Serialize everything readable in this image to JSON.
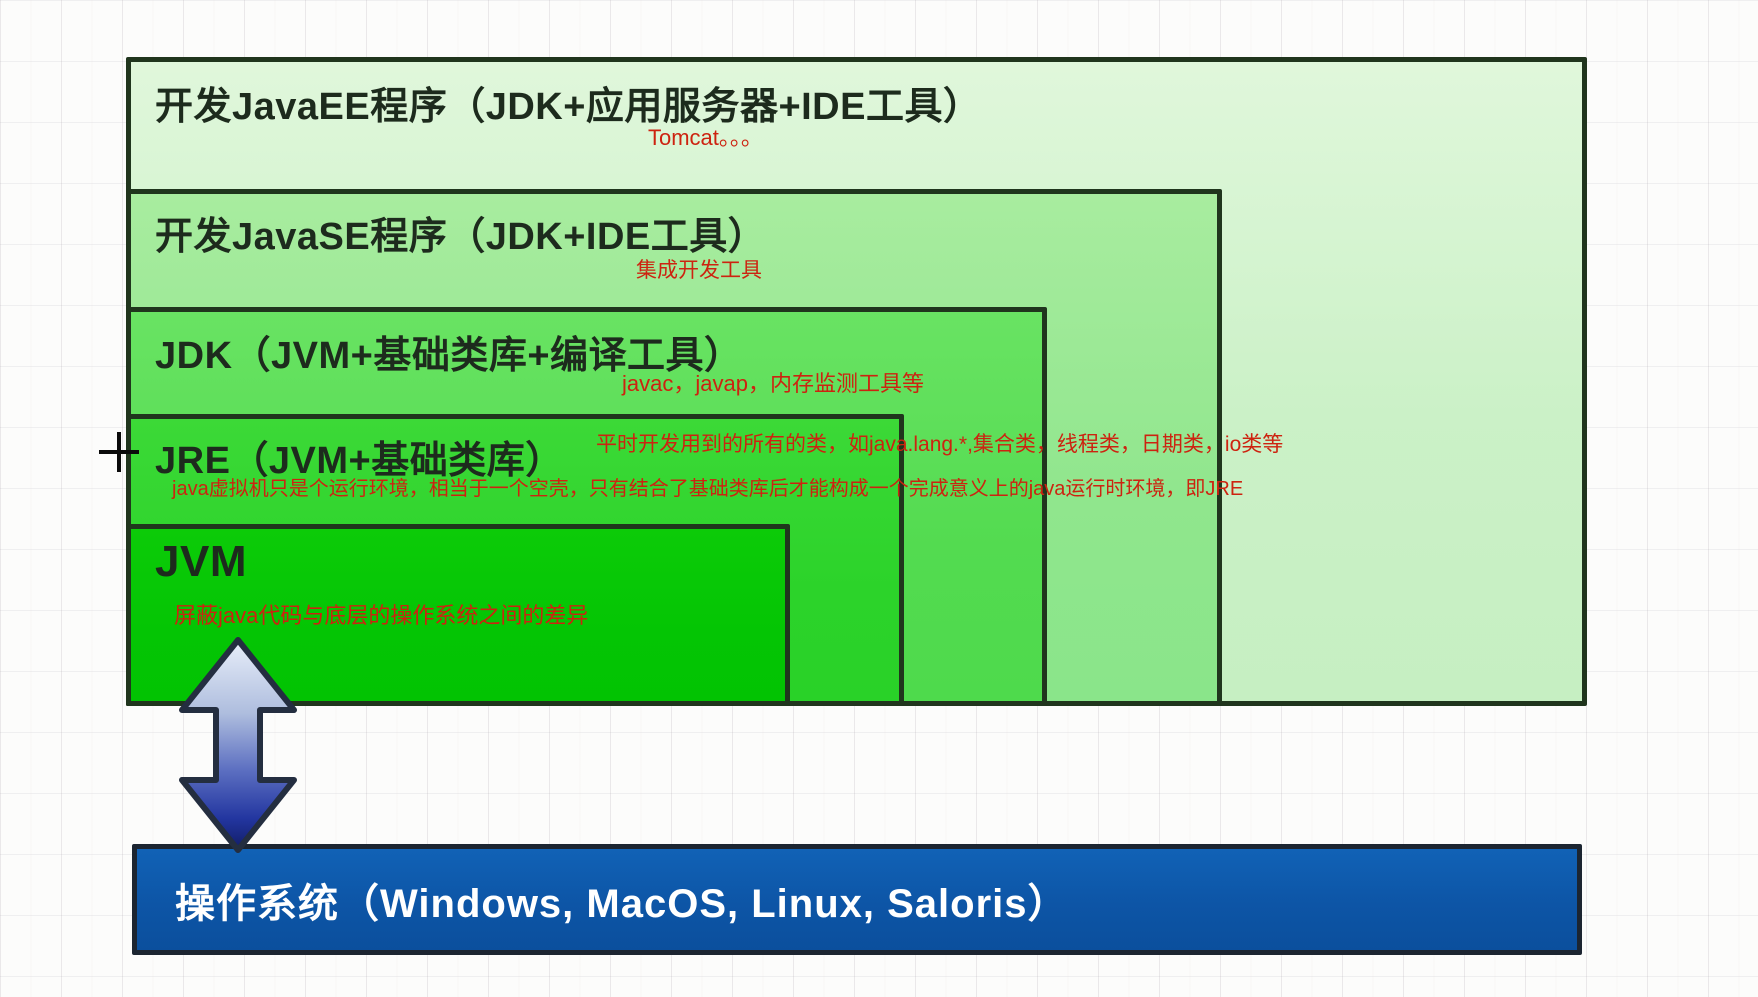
{
  "diagram": {
    "layers": [
      {
        "id": "javaee",
        "title": "开发JavaEE程序（JDK+应用服务器+IDE工具）",
        "note": "Tomcat。。。"
      },
      {
        "id": "javase",
        "title": "开发JavaSE程序（JDK+IDE工具）",
        "note": "集成开发工具"
      },
      {
        "id": "jdk",
        "title": "JDK（JVM+基础类库+编译工具）",
        "note": "javac，javap，内存监测工具等"
      },
      {
        "id": "jre",
        "title": "JRE（JVM+基础类库）",
        "note_inline": "平时开发用到的所有的类，如java.lang.*,集合类，线程类，日期类，io类等",
        "note_below": "java虚拟机只是个运行环境，相当于一个空壳，只有结合了基础类库后才能构成一个完成意义上的java运行时环境，即JRE"
      },
      {
        "id": "jvm",
        "title": "JVM",
        "note": "屏蔽java代码与底层的操作系统之间的差异"
      }
    ],
    "os": {
      "title": "操作系统（Windows, MacOS, Linux, Saloris）"
    },
    "arrow": {
      "type": "double-headed-vertical"
    },
    "cursor": {
      "type": "crosshair"
    },
    "colors": {
      "layer_javaee_fill": "#cff2ca",
      "layer_javase_fill": "#93e78f",
      "layer_jdk_fill": "#57dd53",
      "layer_jre_fill": "#2ed42a",
      "layer_jvm_fill": "#04c604",
      "layer_border": "#20351d",
      "os_fill": "#0e58ab",
      "os_border": "#1c2531",
      "note_red": "#cd2310",
      "title_dark": "#1d2b1d",
      "arrow_outline": "#242e40",
      "arrow_gradient_top": "#e8eef9",
      "arrow_gradient_bottom": "#111c66"
    }
  }
}
